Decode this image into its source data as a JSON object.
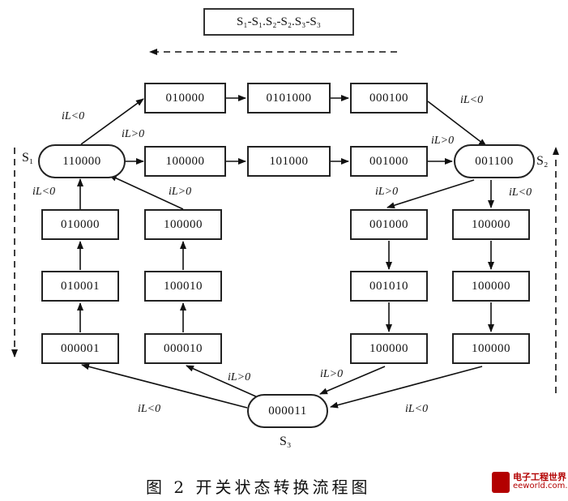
{
  "sequence": "S₁-S₁.S₂-S₂.S₃-S₃",
  "state_labels": {
    "s1": "S₁",
    "s2": "S₂",
    "s3": "S₃"
  },
  "nodes": {
    "n110000": "110000",
    "n010000_top": "010000",
    "n0101000": "0101000",
    "n000100": "000100",
    "n100000_mid": "100000",
    "n101000": "101000",
    "n001000_mid": "001000",
    "n001100": "001100",
    "n010000_left": "010000",
    "n100000_left2": "100000",
    "n010001": "010001",
    "n100010": "100010",
    "n000001": "000001",
    "n000010": "000010",
    "n001000_r": "001000",
    "n100000_rr": "100000",
    "n001010": "001010",
    "n100000_rr2": "100000",
    "n100000_r3": "100000",
    "n100000_rr3": "100000",
    "n000011": "000011"
  },
  "edge_labels": {
    "e1": "iL<0",
    "e2": "iL>0",
    "e3": "iL<0",
    "e4": "iL>0",
    "e5": "iL<0",
    "e6": "iL>0",
    "e7": "iL>0",
    "e8": "iL<0",
    "e9": "iL>0",
    "e10": "iL>0",
    "e11": "iL<0",
    "e12": "iL<0"
  },
  "caption": "图 2   开关状态转换流程图",
  "logo": {
    "line1": "电子工程世界",
    "line2": "eeworld.com.cn"
  }
}
